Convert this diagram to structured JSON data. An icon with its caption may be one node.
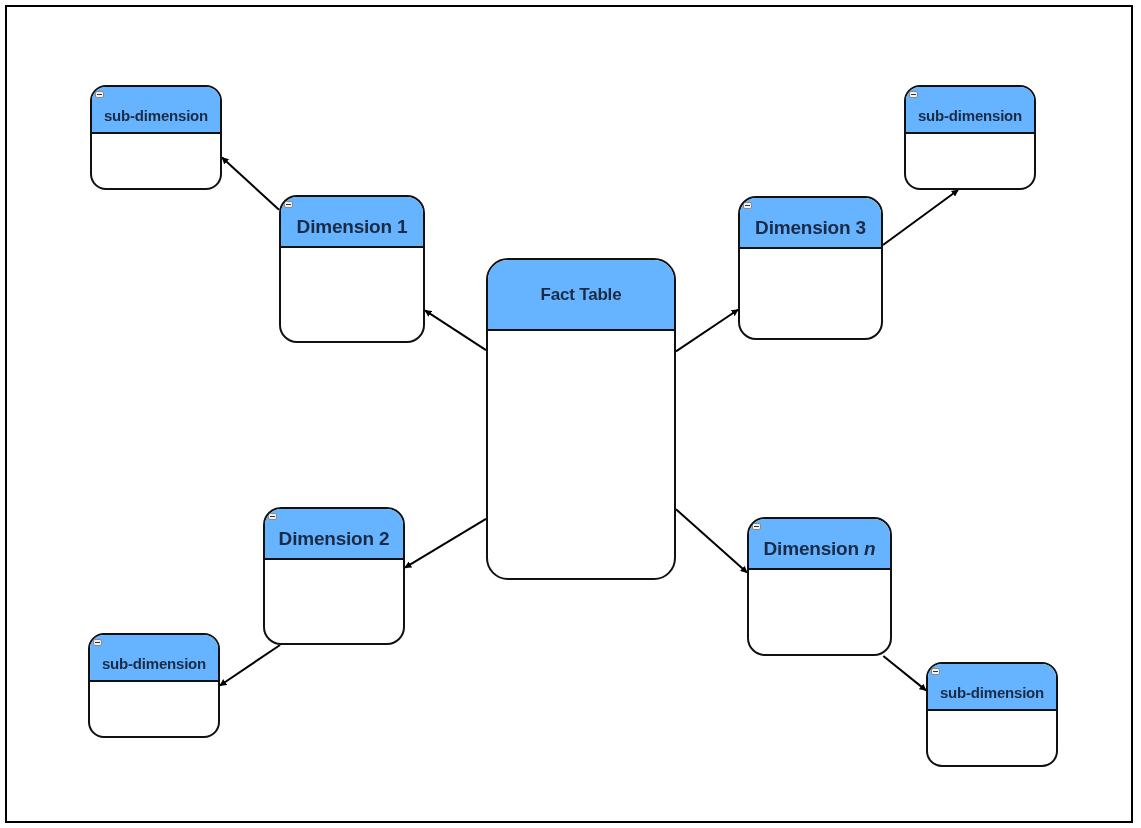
{
  "diagram": {
    "nodes": [
      {
        "text": [
          "sub-dimension"
        ]
      },
      {
        "text": [
          "sub-dimension"
        ]
      },
      {
        "text": [
          "Dimension 1"
        ]
      },
      {
        "text": [
          "Dimension 3"
        ]
      },
      {
        "text": [
          "Fact Table"
        ]
      },
      {
        "text": [
          "Dimension 2"
        ]
      },
      {
        "text": [
          "Dimension *n*"
        ]
      },
      {
        "text": [
          "sub-dimension"
        ]
      },
      {
        "text": [
          "sub-dimension"
        ]
      }
    ],
    "edges": [
      {
        "from": 4,
        "to": 2,
        "arrow": "to"
      },
      {
        "from": 4,
        "to": 3,
        "arrow": "to"
      },
      {
        "from": 4,
        "to": 5,
        "arrow": "to"
      },
      {
        "from": 4,
        "to": 6,
        "arrow": "to"
      },
      {
        "from": 2,
        "to": 0,
        "arrow": "to"
      },
      {
        "from": 3,
        "to": 1,
        "arrow": "to"
      },
      {
        "from": 5,
        "to": 7,
        "arrow": "to"
      },
      {
        "from": 6,
        "to": 8,
        "arrow": "to"
      }
    ]
  }
}
